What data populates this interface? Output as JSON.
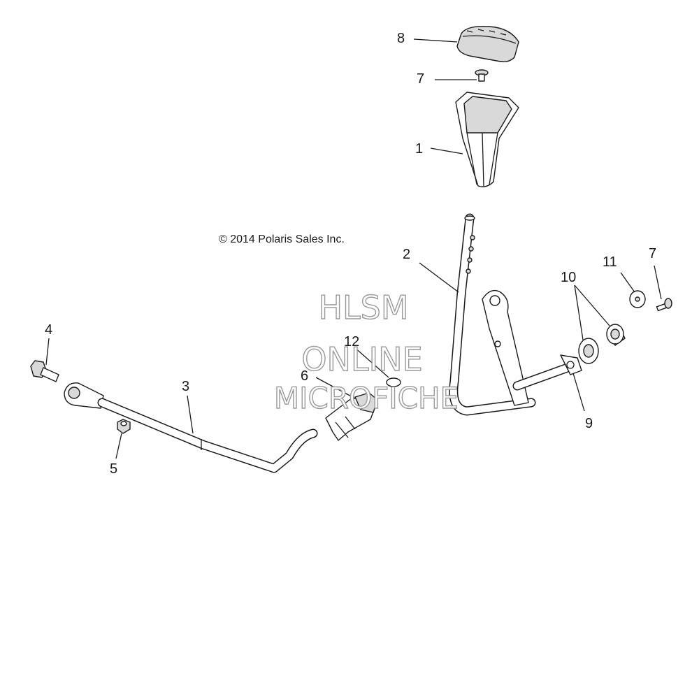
{
  "diagram": {
    "copyright": "© 2014 Polaris Sales Inc.",
    "watermark": [
      "HLSM",
      "ONLINE",
      "MICROFICHE"
    ],
    "callouts": [
      "8",
      "7",
      "1",
      "2",
      "10",
      "11",
      "7",
      "4",
      "3",
      "12",
      "6",
      "9",
      "5"
    ]
  }
}
